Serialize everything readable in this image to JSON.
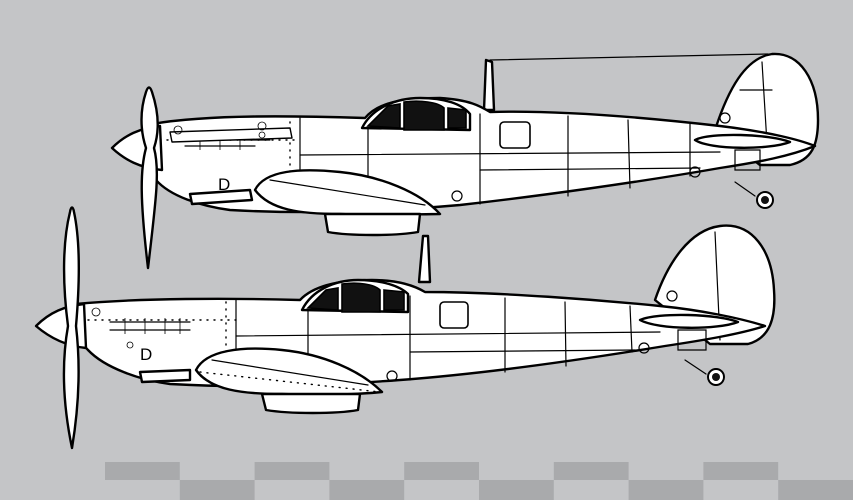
{
  "aircraft_views": [
    {
      "name": "upper-profile",
      "panel_mark": "D"
    },
    {
      "name": "lower-profile",
      "panel_mark": "D"
    }
  ],
  "scale_bar": {
    "segments": 10
  },
  "colors": {
    "background": "#c4c5c7",
    "scale_dark": "#a9aaac",
    "scale_light": "#c4c5c7",
    "outline": "#000000",
    "fill": "#ffffff",
    "canopy": "#111111"
  }
}
